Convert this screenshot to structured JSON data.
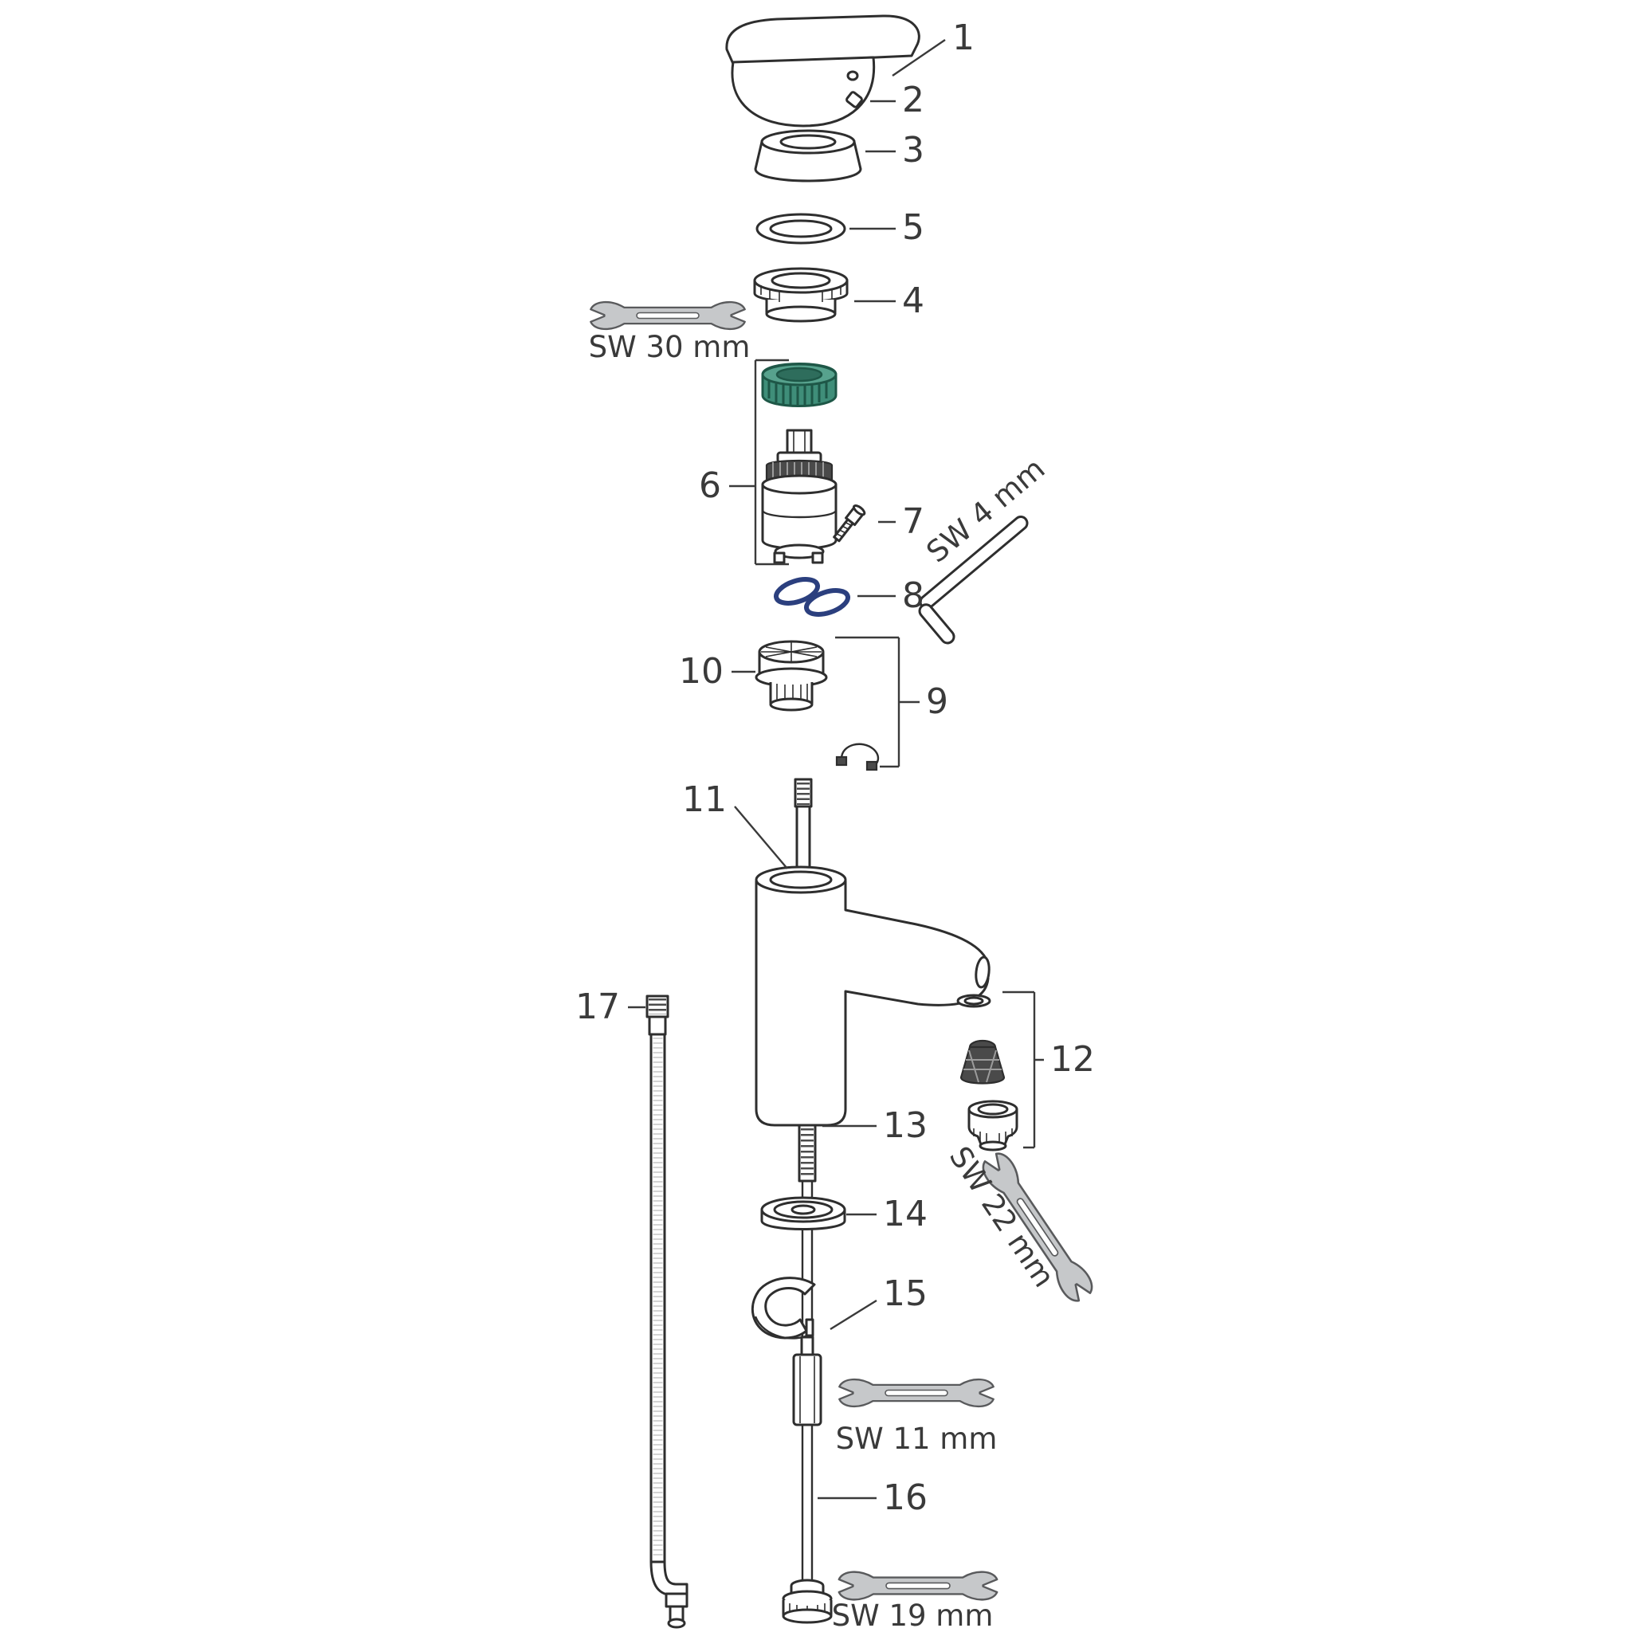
{
  "diagram": {
    "type": "exploded-parts-diagram",
    "background_color": "#ffffff",
    "line_color": "#2e2e2e",
    "accent_green": "#3f8e79",
    "accent_blue": "#2b3f7e",
    "tool_color": "#c6c8ca",
    "part_labels": [
      {
        "number": "1",
        "part": "handle"
      },
      {
        "number": "2",
        "part": "screw-cover-plug"
      },
      {
        "number": "3",
        "part": "handle-sleeve"
      },
      {
        "number": "5",
        "part": "o-ring"
      },
      {
        "number": "4",
        "part": "cartridge-retaining-nut"
      },
      {
        "number": "6",
        "part": "cartridge-assembly"
      },
      {
        "number": "7",
        "part": "grub-screw"
      },
      {
        "number": "8",
        "part": "o-ring-set"
      },
      {
        "number": "10",
        "part": "non-return-valve"
      },
      {
        "number": "9",
        "part": "valve-set-with-clip"
      },
      {
        "number": "11",
        "part": "mixer-body"
      },
      {
        "number": "12",
        "part": "aerator-set"
      },
      {
        "number": "13",
        "part": "connection-hose-thread"
      },
      {
        "number": "14",
        "part": "base-sealing-ring"
      },
      {
        "number": "15",
        "part": "fastening-bracket"
      },
      {
        "number": "16",
        "part": "mounting-rod-with-nut"
      },
      {
        "number": "17",
        "part": "flexible-supply-hose"
      }
    ],
    "tool_labels": [
      {
        "text": "SW 30 mm"
      },
      {
        "text": "SW 4 mm"
      },
      {
        "text": "SW 22 mm"
      },
      {
        "text": "SW 11 mm"
      },
      {
        "text": "SW 19 mm"
      }
    ]
  }
}
